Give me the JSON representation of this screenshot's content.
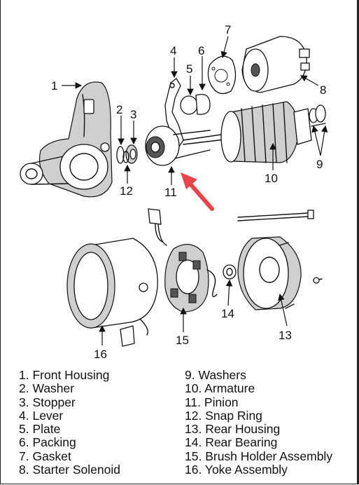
{
  "callouts": [
    "1",
    "2",
    "3",
    "4",
    "5",
    "6",
    "7",
    "8",
    "9",
    "10",
    "11",
    "12",
    "13",
    "14",
    "15",
    "16"
  ],
  "legend": {
    "left": [
      "1. Front Housing",
      "2. Washer",
      "3. Stopper",
      "4. Lever",
      "5. Plate",
      "6. Packing",
      "7. Gasket",
      "8. Starter Solenoid"
    ],
    "right": [
      "9. Washers",
      "10. Armature",
      "11. Pinion",
      "12. Snap Ring",
      "13. Rear Housing",
      "14. Rear Bearing",
      "15. Brush Holder Assembly",
      "16. Yoke Assembly"
    ]
  },
  "colors": {
    "arrow": "#e8444a",
    "ink": "#111111"
  }
}
